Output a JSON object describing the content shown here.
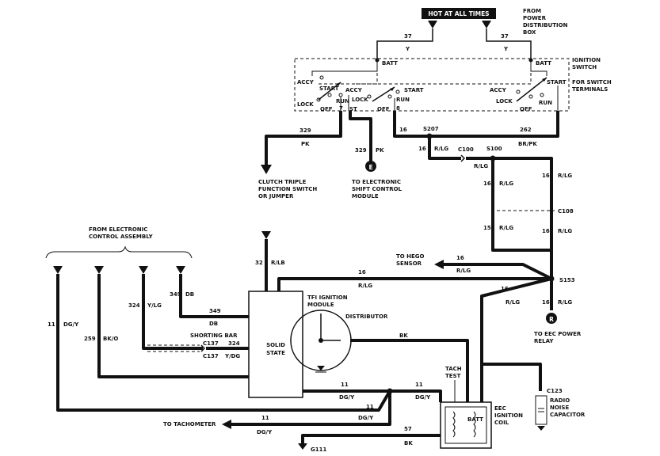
{
  "hot_label": "HOT AT ALL TIMES",
  "from_pdb": [
    "FROM",
    "POWER",
    "DISTRIBUTION",
    "BOX"
  ],
  "ign_switch": [
    "IGNITION",
    "SWITCH"
  ],
  "for_switch": [
    "FOR SWITCH",
    "TERMINALS"
  ],
  "w37": "37",
  "y": "Y",
  "batt": "BATT",
  "accy": "ACCY",
  "start": "START",
  "lock": "LOCK",
  "run": "RUN",
  "off": "OFF",
  "t7": "7",
  "st": "ST",
  "t8": "8",
  "w329": "329",
  "pk": "PK",
  "w16": "16",
  "s207": "S207",
  "w262": "262",
  "brpk": "BR/PK",
  "rlg": "R/LG",
  "c100": "C100",
  "s100": "S100",
  "clutch": [
    "CLUTCH TRIPLE",
    "FUNCTION SWITCH",
    "OR JUMPER"
  ],
  "e_letter": "E",
  "to_esc": [
    "TO ELECTRONIC",
    "SHIFT CONTROL",
    "MODULE"
  ],
  "c108": "C108",
  "from_eca": [
    "FROM ELECTRONIC",
    "CONTROL ASSEMBLY"
  ],
  "w32": "32",
  "rlb": "R/LB",
  "to_hego": [
    "TO HEGO",
    "SENSOR"
  ],
  "s153": "S153",
  "w349": "349",
  "db": "DB",
  "w324": "324",
  "ylg": "Y/LG",
  "tfi": [
    "TFI IGNITION",
    "MODULE"
  ],
  "distributor": "DISTRIBUTOR",
  "w11": "11",
  "dgy": "DG/Y",
  "w259": "259",
  "bko": "BK/O",
  "shorting_bar": "SHORTING BAR",
  "c137": "C137",
  "ydg": "Y/DG",
  "solid": "SOLID",
  "state": "STATE",
  "bk": "BK",
  "r_letter": "R",
  "to_eec": [
    "TO EEC POWER",
    "RELAY"
  ],
  "tach_test": [
    "TACH",
    "TEST"
  ],
  "eec_coil": [
    "EEC",
    "IGNITION",
    "COIL"
  ],
  "c123": "C123",
  "radio_cap": [
    "RADIO",
    "NOISE",
    "CAPACITOR"
  ],
  "to_tach": "TO TACHOMETER",
  "w57": "57",
  "g111": "G111"
}
